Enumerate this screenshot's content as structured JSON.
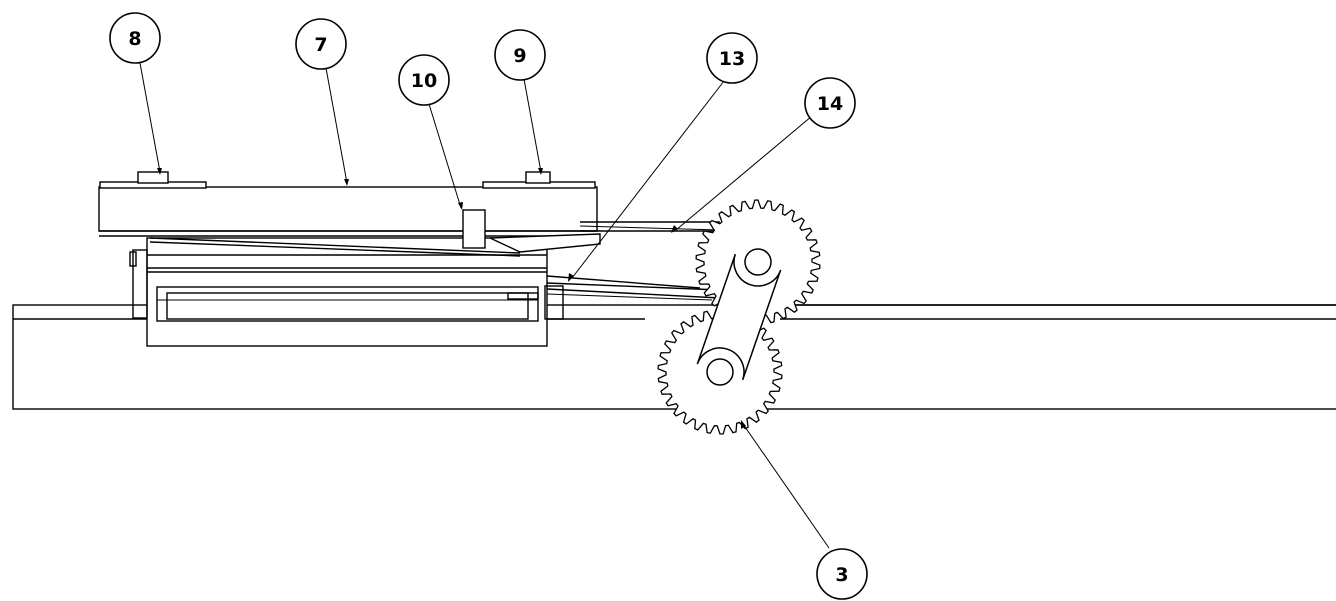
{
  "callouts": [
    {
      "label": "8"
    },
    {
      "label": "7"
    },
    {
      "label": "10"
    },
    {
      "label": "9"
    },
    {
      "label": "13"
    },
    {
      "label": "14"
    },
    {
      "label": "3"
    }
  ]
}
